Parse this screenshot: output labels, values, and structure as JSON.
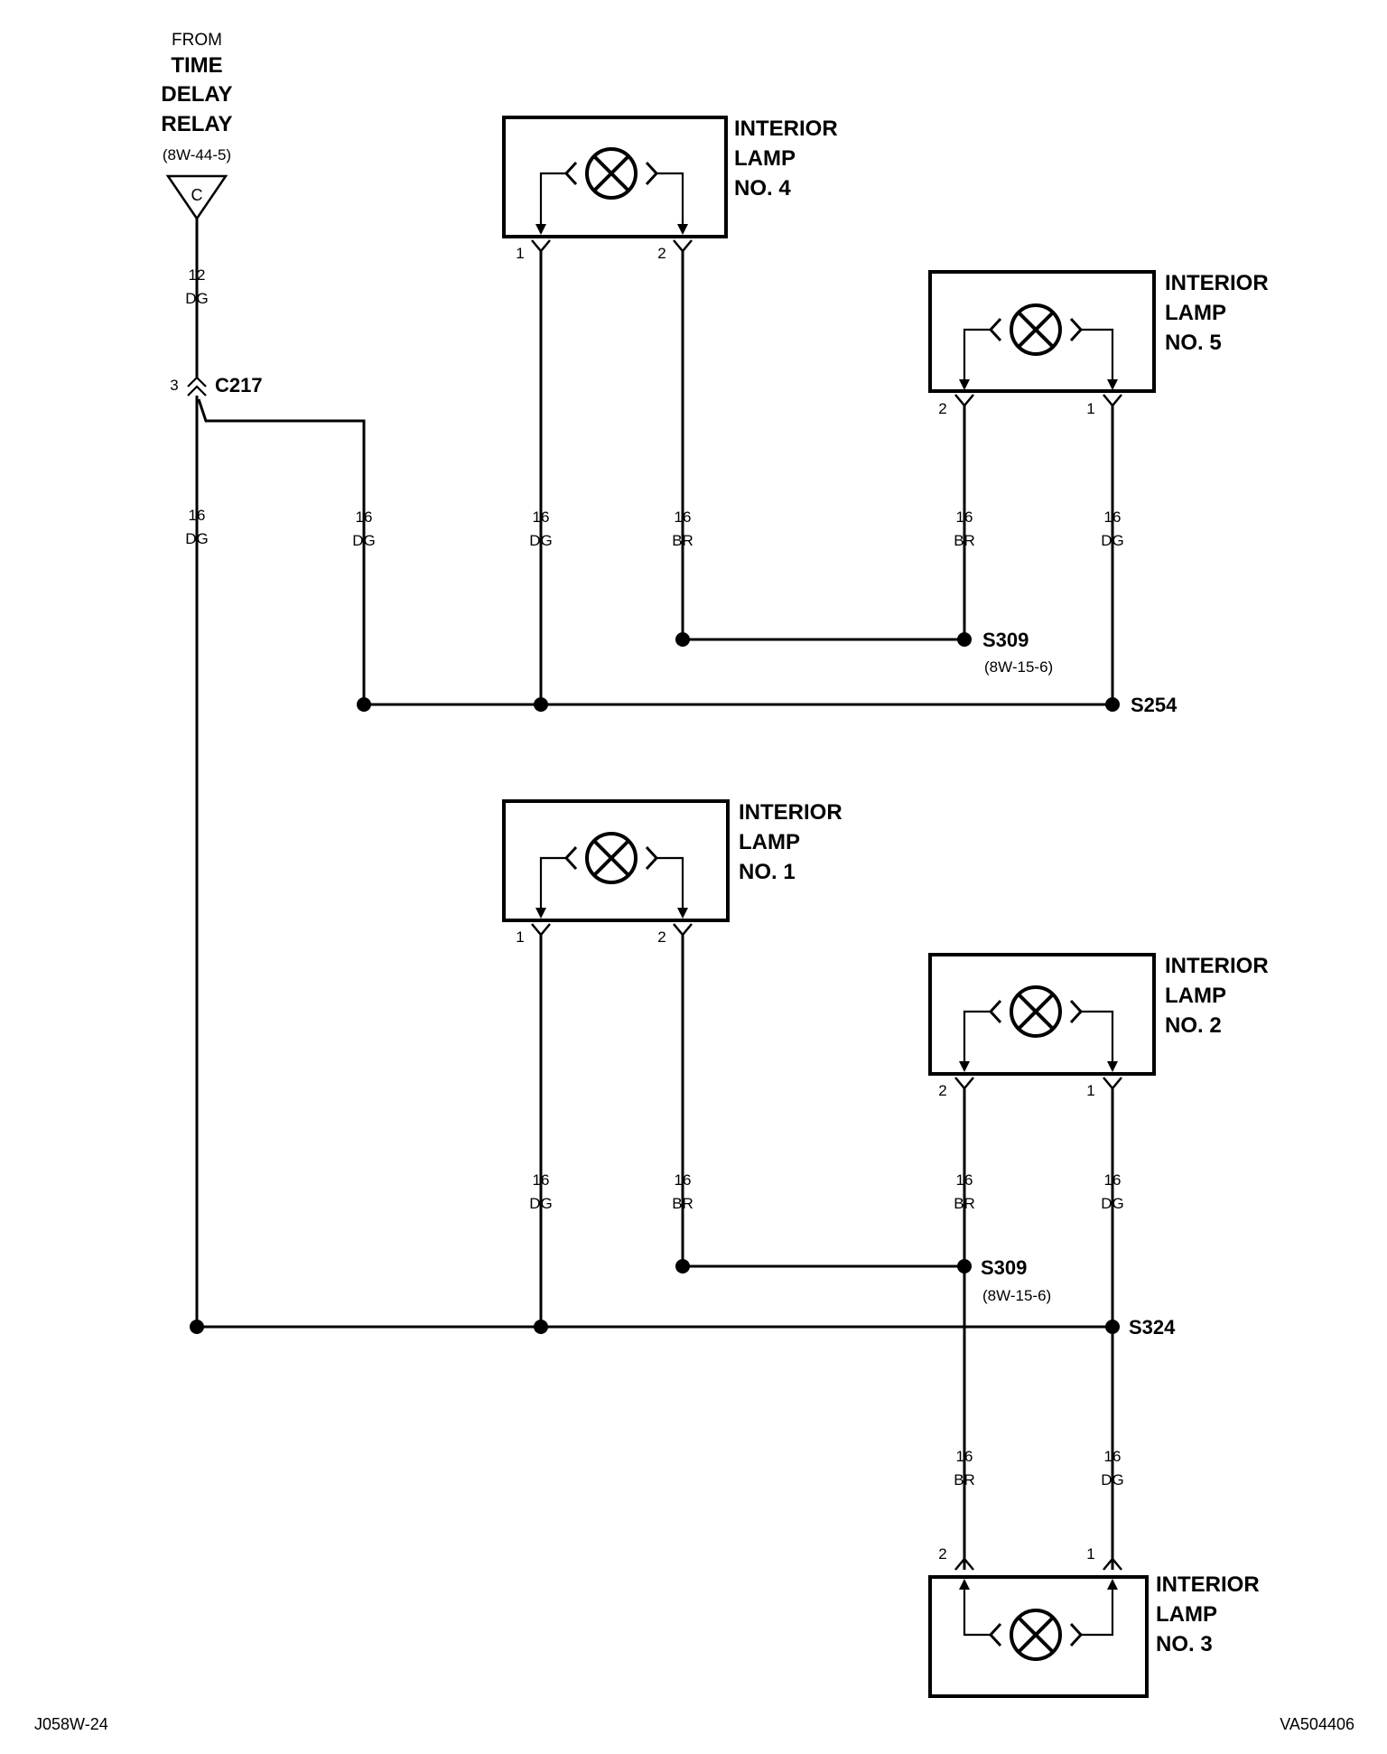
{
  "source": {
    "from": "FROM",
    "line1": "TIME",
    "line2": "DELAY",
    "line3": "RELAY",
    "ref": "(8W-44-5)",
    "connector_letter": "C"
  },
  "connector_c217": {
    "pin": "3",
    "name": "C217"
  },
  "lamps": {
    "lamp4": {
      "l1": "INTERIOR",
      "l2": "LAMP",
      "l3": "NO. 4",
      "pin_a": "1",
      "pin_b": "2"
    },
    "lamp5": {
      "l1": "INTERIOR",
      "l2": "LAMP",
      "l3": "NO. 5",
      "pin_a": "2",
      "pin_b": "1"
    },
    "lamp1": {
      "l1": "INTERIOR",
      "l2": "LAMP",
      "l3": "NO. 1",
      "pin_a": "1",
      "pin_b": "2"
    },
    "lamp2": {
      "l1": "INTERIOR",
      "l2": "LAMP",
      "l3": "NO. 2",
      "pin_a": "2",
      "pin_b": "1"
    },
    "lamp3": {
      "l1": "INTERIOR",
      "l2": "LAMP",
      "l3": "NO. 3",
      "pin_a": "2",
      "pin_b": "1"
    }
  },
  "wires": {
    "w_src": {
      "gauge": "12",
      "color": "DG"
    },
    "w_a": {
      "gauge": "16",
      "color": "DG"
    },
    "w_b": {
      "gauge": "16",
      "color": "DG"
    },
    "w_4a": {
      "gauge": "16",
      "color": "DG"
    },
    "w_4b": {
      "gauge": "16",
      "color": "BR"
    },
    "w_5a": {
      "gauge": "16",
      "color": "BR"
    },
    "w_5b": {
      "gauge": "16",
      "color": "DG"
    },
    "w_1a": {
      "gauge": "16",
      "color": "DG"
    },
    "w_1b": {
      "gauge": "16",
      "color": "BR"
    },
    "w_2a": {
      "gauge": "16",
      "color": "BR"
    },
    "w_2b": {
      "gauge": "16",
      "color": "DG"
    },
    "w_3a": {
      "gauge": "16",
      "color": "BR"
    },
    "w_3b": {
      "gauge": "16",
      "color": "DG"
    }
  },
  "splices": {
    "s309_top": {
      "name": "S309",
      "ref": "(8W-15-6)"
    },
    "s254": {
      "name": "S254"
    },
    "s309_bottom": {
      "name": "S309",
      "ref": "(8W-15-6)"
    },
    "s324": {
      "name": "S324"
    }
  },
  "footer": {
    "left": "J058W-24",
    "right": "VA504406"
  }
}
